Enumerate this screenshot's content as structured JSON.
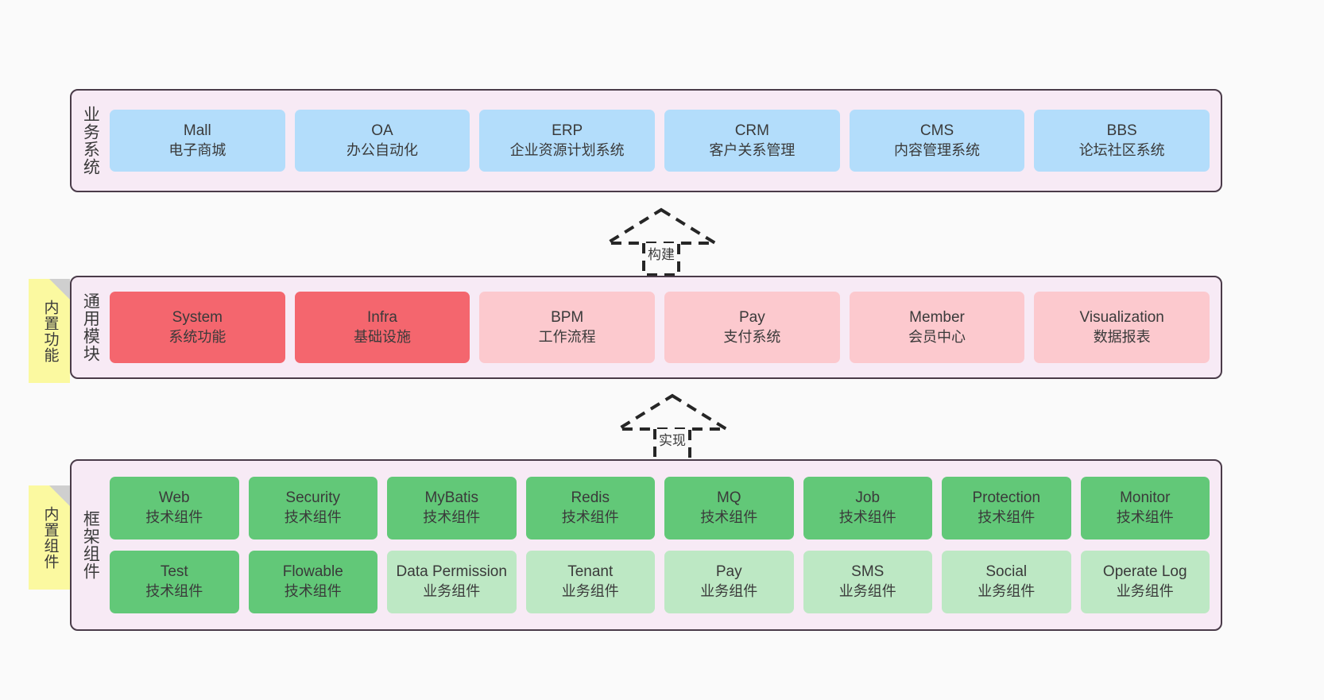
{
  "diagram": {
    "background": "#fafafa",
    "panel_bg": "#f7eaf5",
    "panel_border": "#4a3b49",
    "colors": {
      "business_card": "#b3ddfb",
      "module_strong": "#f4666e",
      "module_soft": "#fcc9ce",
      "component_tech": "#62c878",
      "component_biz": "#bde8c4",
      "sticky": "#fbf9a0",
      "sticky_fold": "#cfcfcf"
    }
  },
  "layers": {
    "business": {
      "title": "业务系统",
      "cards": [
        {
          "name": "Mall",
          "desc": "电子商城"
        },
        {
          "name": "OA",
          "desc": "办公自动化"
        },
        {
          "name": "ERP",
          "desc": "企业资源计划系统"
        },
        {
          "name": "CRM",
          "desc": "客户关系管理"
        },
        {
          "name": "CMS",
          "desc": "内容管理系统"
        },
        {
          "name": "BBS",
          "desc": "论坛社区系统"
        }
      ]
    },
    "modules": {
      "title": "通用模块",
      "sticky": "内置功能",
      "cards": [
        {
          "name": "System",
          "desc": "系统功能",
          "style": "strong"
        },
        {
          "name": "Infra",
          "desc": "基础设施",
          "style": "strong"
        },
        {
          "name": "BPM",
          "desc": "工作流程",
          "style": "soft"
        },
        {
          "name": "Pay",
          "desc": "支付系统",
          "style": "soft"
        },
        {
          "name": "Member",
          "desc": "会员中心",
          "style": "soft"
        },
        {
          "name": "Visualization",
          "desc": "数据报表",
          "style": "soft"
        }
      ]
    },
    "framework": {
      "title": "框架组件",
      "sticky": "内置组件",
      "row1": [
        {
          "name": "Web",
          "desc": "技术组件",
          "style": "tech"
        },
        {
          "name": "Security",
          "desc": "技术组件",
          "style": "tech"
        },
        {
          "name": "MyBatis",
          "desc": "技术组件",
          "style": "tech"
        },
        {
          "name": "Redis",
          "desc": "技术组件",
          "style": "tech"
        },
        {
          "name": "MQ",
          "desc": "技术组件",
          "style": "tech"
        },
        {
          "name": "Job",
          "desc": "技术组件",
          "style": "tech"
        },
        {
          "name": "Protection",
          "desc": "技术组件",
          "style": "tech"
        },
        {
          "name": "Monitor",
          "desc": "技术组件",
          "style": "tech"
        }
      ],
      "row2": [
        {
          "name": "Test",
          "desc": "技术组件",
          "style": "tech"
        },
        {
          "name": "Flowable",
          "desc": "技术组件",
          "style": "tech"
        },
        {
          "name": "Data Permission",
          "desc": "业务组件",
          "style": "biz"
        },
        {
          "name": "Tenant",
          "desc": "业务组件",
          "style": "biz"
        },
        {
          "name": "Pay",
          "desc": "业务组件",
          "style": "biz"
        },
        {
          "name": "SMS",
          "desc": "业务组件",
          "style": "biz"
        },
        {
          "name": "Social",
          "desc": "业务组件",
          "style": "biz"
        },
        {
          "name": "Operate Log",
          "desc": "业务组件",
          "style": "biz"
        }
      ]
    }
  },
  "connectors": [
    {
      "label": "构建",
      "from": "modules",
      "to": "business"
    },
    {
      "label": "实现",
      "from": "framework",
      "to": "modules"
    }
  ]
}
